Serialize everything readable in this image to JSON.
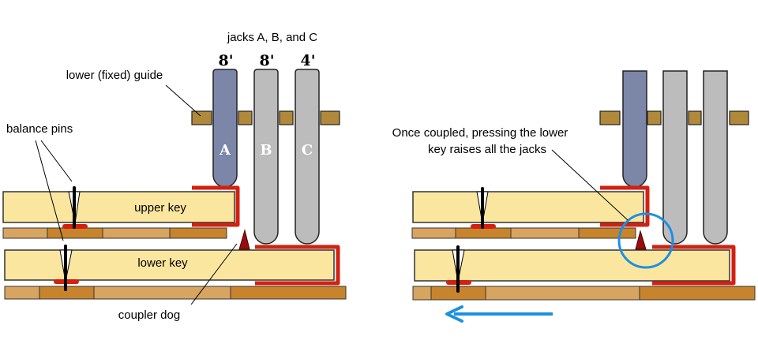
{
  "title": "Harpsichord coupler mechanism",
  "colors": {
    "key": "#fbe6a0",
    "rail_light": "#d8a560",
    "rail_dark": "#c8842c",
    "guide": "#b08a3a",
    "jack_a": "#7b86a8",
    "jack_bc": "#bcbcbc",
    "leather": "#d42010",
    "coupler_dog": "#9a0d0d",
    "highlight": "#1e90e0"
  },
  "left": {
    "jacks_label": "jacks A, B, and C",
    "pitch_labels": [
      "8'",
      "8'",
      "4'"
    ],
    "jack_letters": [
      "A",
      "B",
      "C"
    ],
    "guide_label": "lower (fixed) guide",
    "balance_pins_label": "balance pins",
    "upper_key_label": "upper key",
    "lower_key_label": "lower key",
    "coupler_dog_label": "coupler dog"
  },
  "right": {
    "caption_line1": "Once coupled, pressing the lower",
    "caption_line2": "key raises all the jacks",
    "arrow_direction": "left"
  }
}
